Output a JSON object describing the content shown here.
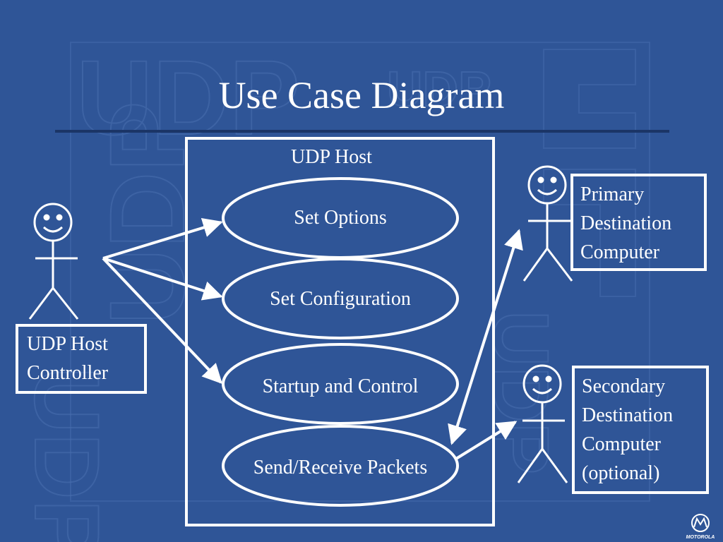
{
  "slide": {
    "title": "Use Case Diagram"
  },
  "system": {
    "name": "UDP Host",
    "use_cases": [
      {
        "label": "Set Options"
      },
      {
        "label": "Set Configuration"
      },
      {
        "label": "Startup and Control"
      },
      {
        "label": "Send/Receive Packets"
      }
    ]
  },
  "actors": {
    "controller": {
      "line1": "UDP Host",
      "line2": "Controller"
    },
    "primary": {
      "line1": "Primary",
      "line2": "Destination",
      "line3": "Computer"
    },
    "secondary": {
      "line1": "Secondary",
      "line2": "Destination",
      "line3": "Computer",
      "line4": "(optional)"
    }
  },
  "watermark": {
    "words": [
      "UDP",
      "UDP",
      "UDP",
      "UDP",
      "UDP"
    ]
  },
  "logo": {
    "icon": "motorola-logo-icon",
    "text": "MOTOROLA"
  },
  "colors": {
    "background": "#2f5597",
    "foreground": "#ffffff",
    "rule": "#1b3566",
    "watermark": "#3d63a6"
  }
}
